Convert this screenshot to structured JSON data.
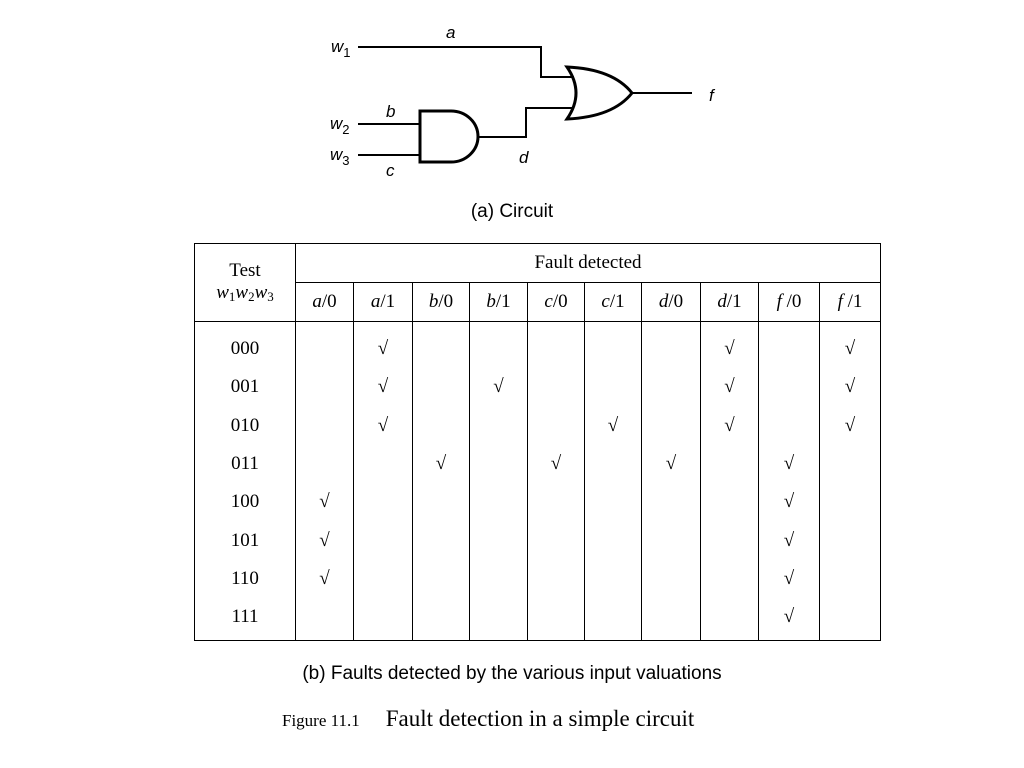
{
  "circuit": {
    "inputs": [
      {
        "name": "w",
        "sub": "1"
      },
      {
        "name": "w",
        "sub": "2"
      },
      {
        "name": "w",
        "sub": "3"
      }
    ],
    "wires": {
      "a": "a",
      "b": "b",
      "c": "c",
      "d": "d",
      "f": "f"
    },
    "caption": "(a) Circuit"
  },
  "table": {
    "test_header": "Test",
    "test_vars": [
      {
        "name": "w",
        "sub": "1"
      },
      {
        "name": "w",
        "sub": "2"
      },
      {
        "name": "w",
        "sub": "3"
      }
    ],
    "group_header": "Fault detected",
    "columns": [
      {
        "var": "a",
        "val": "/0"
      },
      {
        "var": "a",
        "val": "/1"
      },
      {
        "var": "b",
        "val": "/0"
      },
      {
        "var": "b",
        "val": "/1"
      },
      {
        "var": "c",
        "val": "/0"
      },
      {
        "var": "c",
        "val": "/1"
      },
      {
        "var": "d",
        "val": "/0"
      },
      {
        "var": "d",
        "val": "/1"
      },
      {
        "var": "f",
        "val": " /0"
      },
      {
        "var": "f",
        "val": " /1"
      }
    ],
    "check_symbol": "√",
    "rows": [
      {
        "test": "000",
        "detected": [
          false,
          true,
          false,
          false,
          false,
          false,
          false,
          true,
          false,
          true
        ]
      },
      {
        "test": "001",
        "detected": [
          false,
          true,
          false,
          true,
          false,
          false,
          false,
          true,
          false,
          true
        ]
      },
      {
        "test": "010",
        "detected": [
          false,
          true,
          false,
          false,
          false,
          true,
          false,
          true,
          false,
          true
        ]
      },
      {
        "test": "011",
        "detected": [
          false,
          false,
          true,
          false,
          true,
          false,
          true,
          false,
          true,
          false
        ]
      },
      {
        "test": "100",
        "detected": [
          true,
          false,
          false,
          false,
          false,
          false,
          false,
          false,
          true,
          false
        ]
      },
      {
        "test": "101",
        "detected": [
          true,
          false,
          false,
          false,
          false,
          false,
          false,
          false,
          true,
          false
        ]
      },
      {
        "test": "110",
        "detected": [
          true,
          false,
          false,
          false,
          false,
          false,
          false,
          false,
          true,
          false
        ]
      },
      {
        "test": "111",
        "detected": [
          false,
          false,
          false,
          false,
          false,
          false,
          false,
          false,
          true,
          false
        ]
      }
    ],
    "caption": "(b) Faults detected by the various input valuations"
  },
  "figure": {
    "label": "Figure 11.1",
    "title": "Fault detection in a simple circuit"
  }
}
